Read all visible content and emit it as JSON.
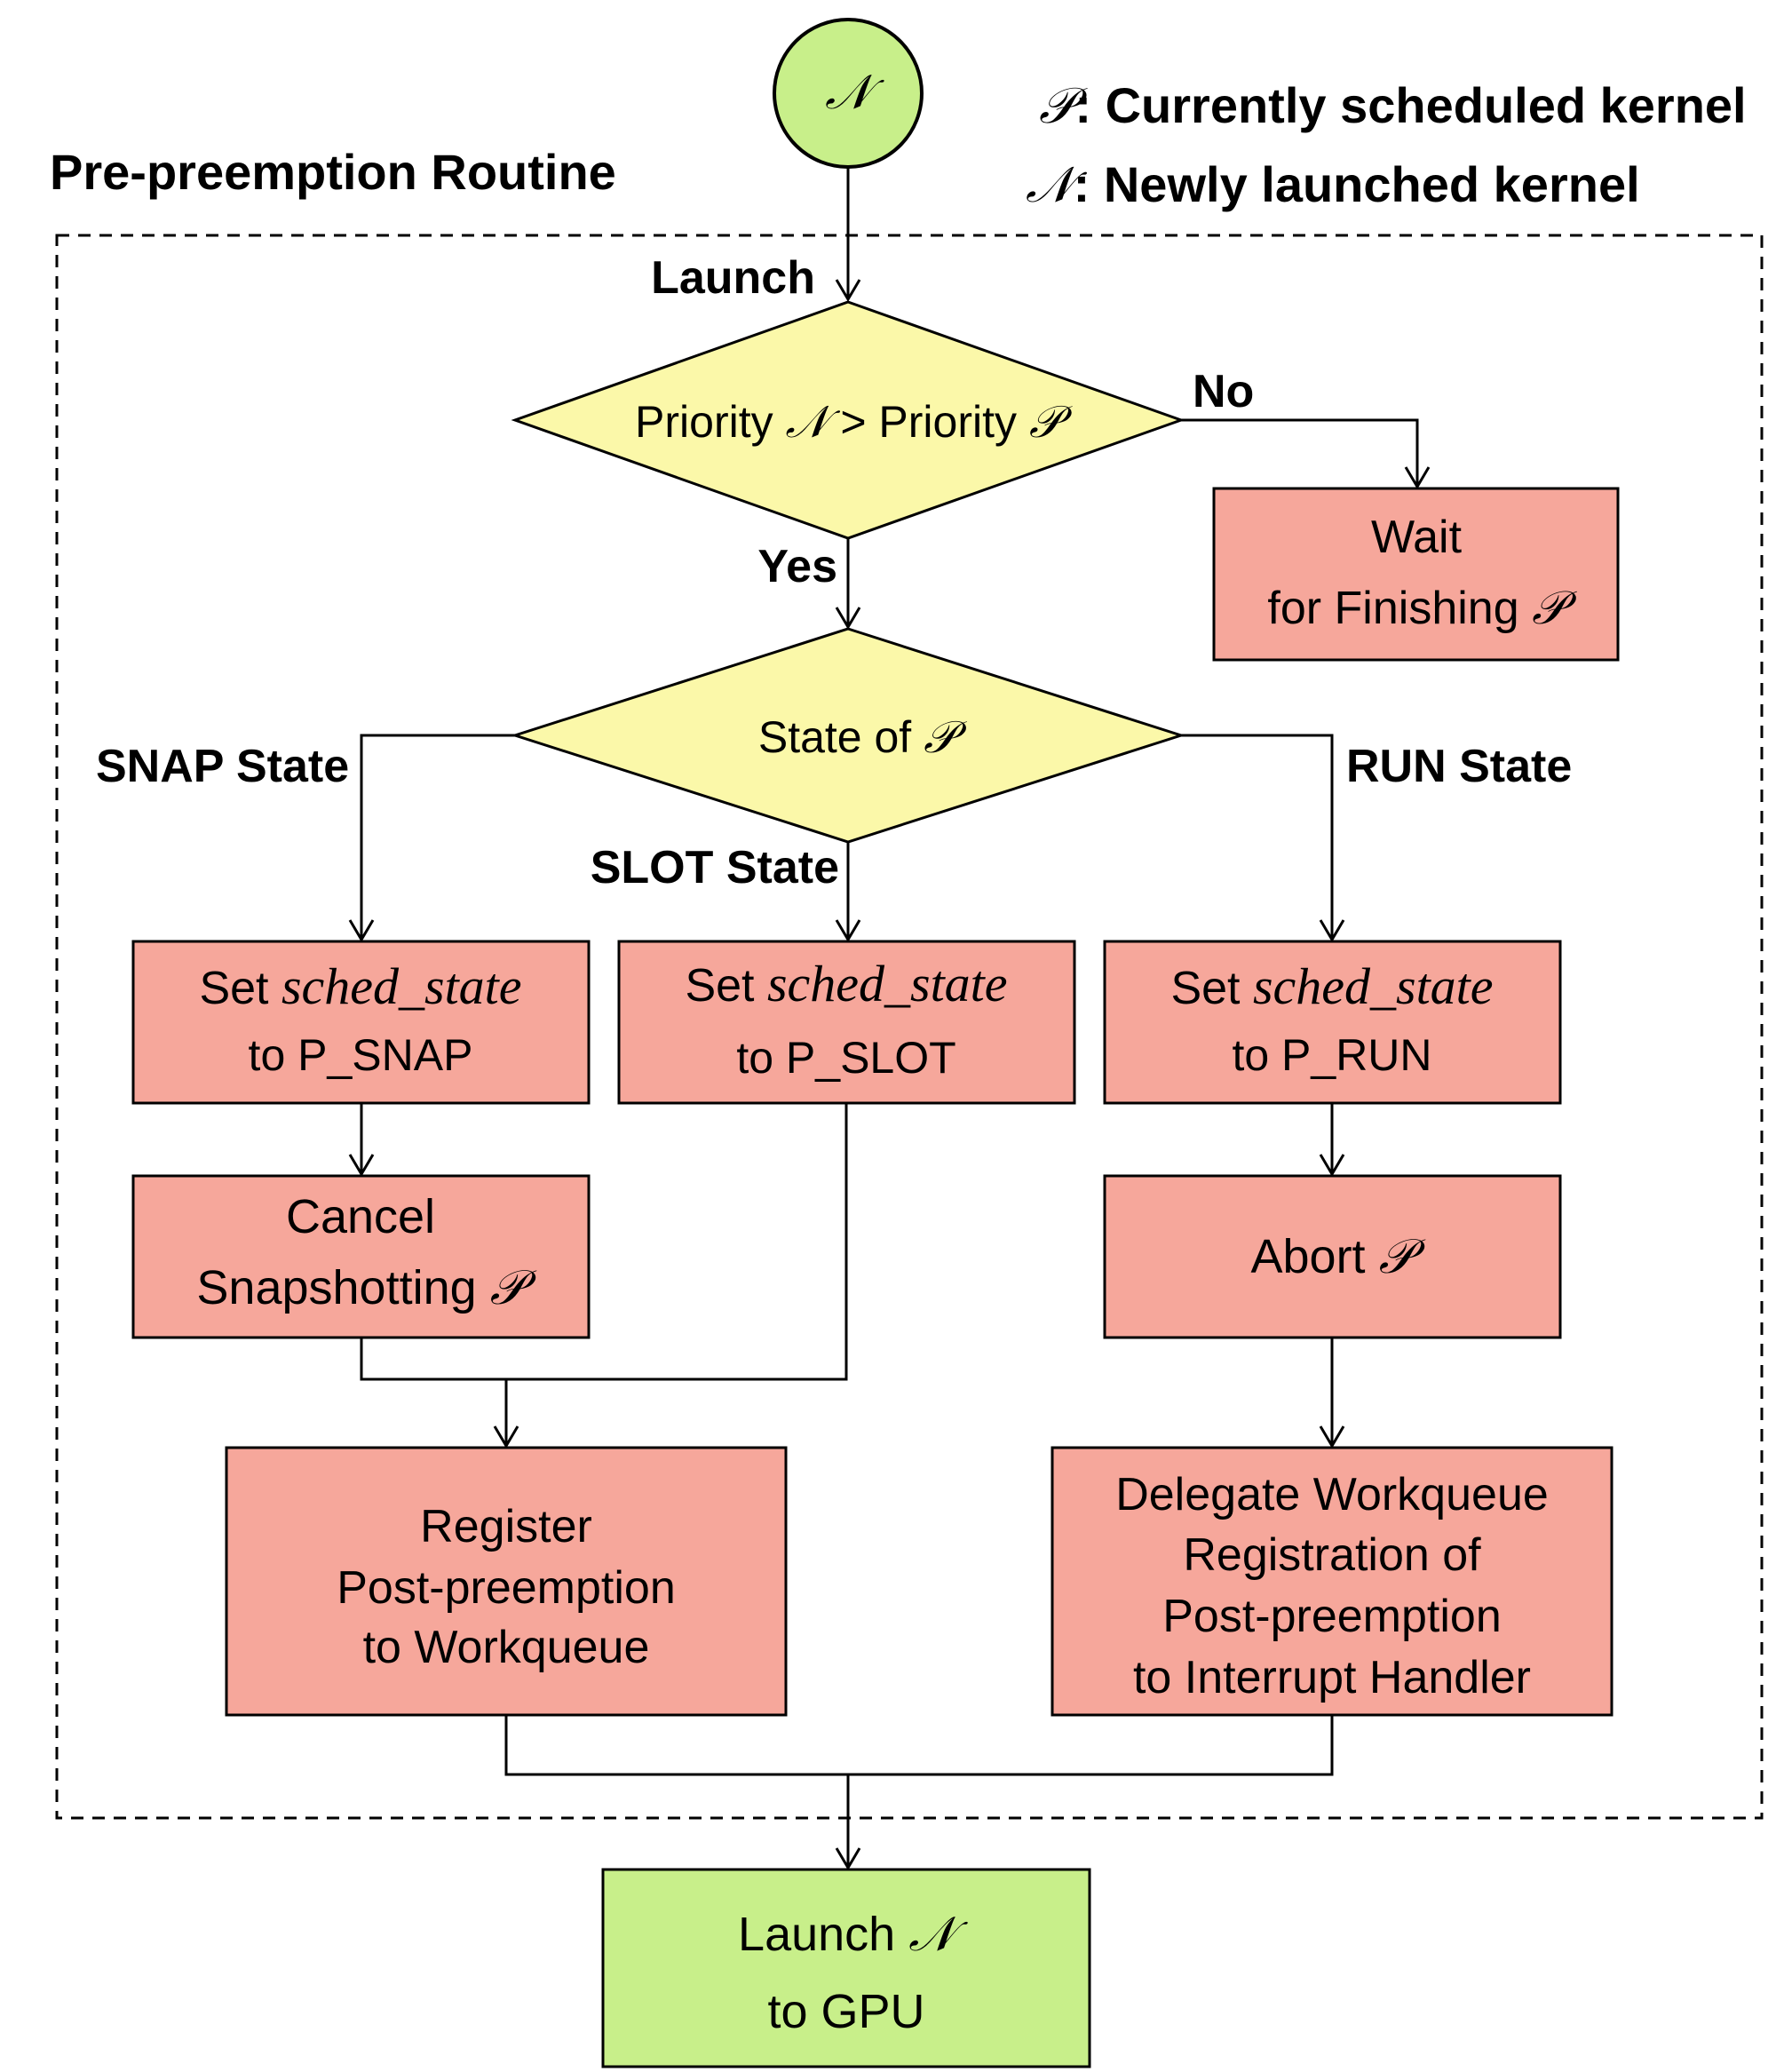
{
  "start": {
    "symbol": "𝒩"
  },
  "legend": {
    "p_symbol": "𝒫",
    "p_text": ": Currently scheduled kernel",
    "n_symbol": "𝒩",
    "n_text": ": Newly launched kernel"
  },
  "routine_title": "Pre-preemption Routine",
  "labels": {
    "launch": "Launch",
    "no": "No",
    "yes": "Yes",
    "snap_state": "SNAP State",
    "slot_state": "SLOT State",
    "run_state": "RUN State"
  },
  "decision_priority": {
    "text_a": "Priority ",
    "sym_n": "𝒩",
    "gt": " > ",
    "text_b": "Priority ",
    "sym_p": "𝒫"
  },
  "decision_state": {
    "text": "State of ",
    "sym_p": "𝒫"
  },
  "wait_box": {
    "line1": "Wait",
    "line2": "for Finishing ",
    "sym_p": "𝒫"
  },
  "set_snap": {
    "set": "Set ",
    "var": "sched_state",
    "line2": "to P_SNAP"
  },
  "set_slot": {
    "set": "Set ",
    "var": "sched_state",
    "line2": "to P_SLOT"
  },
  "set_run": {
    "set": "Set ",
    "var": "sched_state",
    "line2": "to P_RUN"
  },
  "cancel_box": {
    "line1": "Cancel",
    "line2": "Snapshotting ",
    "sym_p": "𝒫"
  },
  "abort_box": {
    "text": "Abort  ",
    "sym_p": "𝒫"
  },
  "register_box": {
    "line1": "Register",
    "line2": "Post-preemption",
    "line3": "to Workqueue"
  },
  "delegate_box": {
    "line1": "Delegate Workqueue",
    "line2": "Registration of",
    "line3": "Post-preemption",
    "line4": "to Interrupt Handler"
  },
  "launch_box": {
    "line1": "Launch ",
    "sym_n": "𝒩",
    "line2": "to GPU"
  },
  "colors": {
    "box_red": "#f6a79b",
    "box_green": "#c8ef8a",
    "diamond_yellow": "#fbf8a9"
  }
}
